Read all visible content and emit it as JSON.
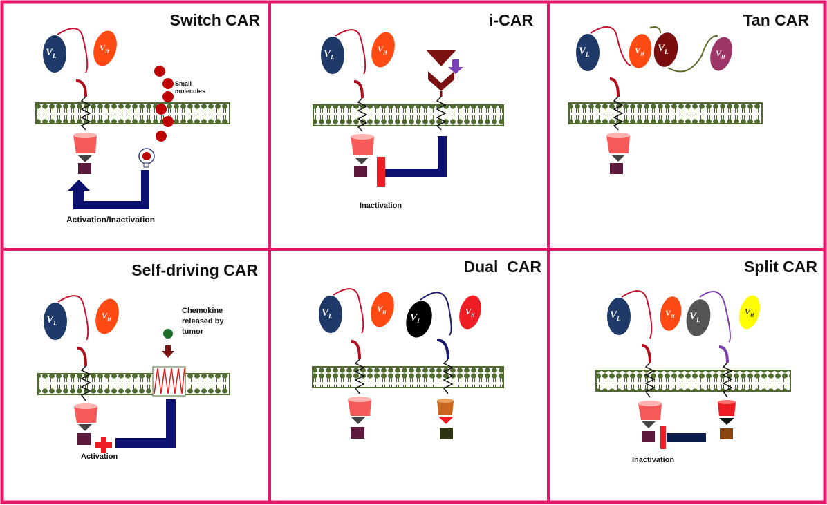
{
  "panels": [
    {
      "id": "switch",
      "title": "Switch CAR",
      "labels": {
        "small_molecules": "Small\nmolecules",
        "activation_inactivation": "Activation/Inactivation"
      }
    },
    {
      "id": "icar",
      "title": "i-CAR",
      "labels": {
        "inactivation": "Inactivation"
      }
    },
    {
      "id": "tancar",
      "title": "Tan CAR",
      "labels": {}
    },
    {
      "id": "selfdriving",
      "title": "Self-driving CAR",
      "labels": {
        "chemokine": "Chemokine\nreleased by\ntumor",
        "activation": "Activation"
      }
    },
    {
      "id": "dual",
      "title": "Dual  CAR",
      "labels": {}
    },
    {
      "id": "split",
      "title": "Split CAR",
      "labels": {
        "inactivation": "Inactivation"
      }
    }
  ],
  "domain_labels": {
    "vl_main": "V",
    "vl_sub": "L",
    "vh_main": "V",
    "vh_sub": "H"
  },
  "colors": {
    "border": "#e5176b",
    "membrane": "#4f6b2f",
    "vl": "#1f3a68",
    "vh": "#ff4a14",
    "arrow_bar": "#0c1170",
    "red_block": "#ee1c24",
    "small_molecule": "#c00000",
    "chemokine": "#1a6e2a",
    "ligand_dark": "#7b1212",
    "arrow_purple": "#7b3fb8",
    "tan_vl2": "#7a0d0d",
    "tan_vh2": "#9c3568",
    "dual_vl2": "#000000",
    "dual_vh2": "#ee1c24",
    "split_vl2": "#555555",
    "split_vh2": "#ffff00",
    "costim": "#f65a58",
    "signal_square": "#5e1a3c"
  },
  "icons": {
    "receptor_linker": "spring-icon",
    "arrow": "arrow-icon",
    "inhibit": "t-bar-icon",
    "plus": "plus-icon"
  }
}
